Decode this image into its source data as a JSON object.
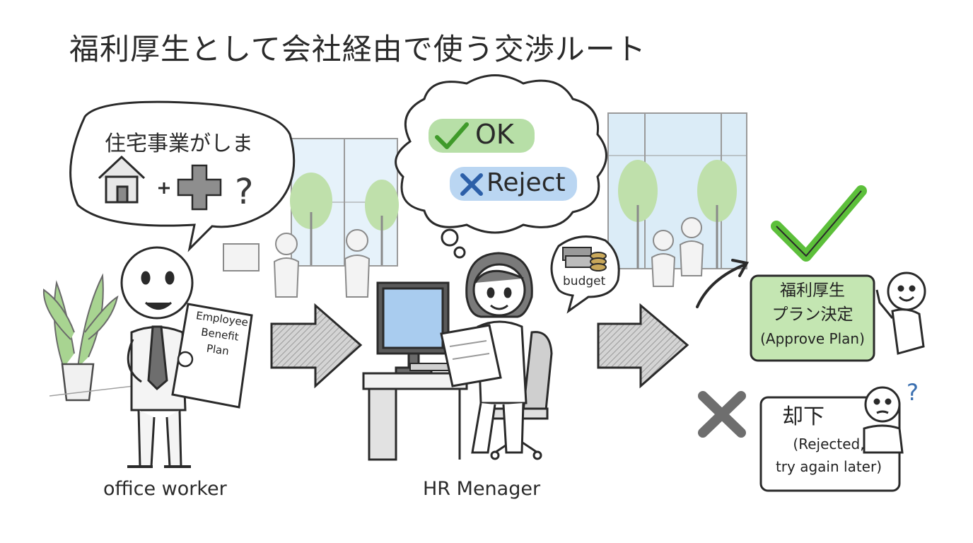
{
  "title": "福利厚生として会社経由で使う交渉ルート",
  "worker": {
    "speech": "住宅事業がしま",
    "document_lines": [
      "Employee",
      "Benefit",
      "Plan"
    ],
    "label": "office worker"
  },
  "hr": {
    "thought_ok": "OK",
    "thought_reject": "Reject",
    "budget_label": "budget",
    "label": "HR Menager"
  },
  "outcomes": {
    "approve_lines": [
      "福利厚生",
      "プラン決定",
      "(Approve Plan)"
    ],
    "reject_lines": [
      "却下",
      "(Rejected,",
      "try again later)"
    ]
  },
  "colors": {
    "ink": "#2a2a2a",
    "ok_green": "#9fd48a",
    "reject_blue": "#a9ccef",
    "approve_box": "#c4e6b2",
    "check_green": "#5cbf3a",
    "window_sky": "#cfe6f4",
    "tree_green": "#9fcf87",
    "arrow_gray": "#9a9a9a",
    "x_gray": "#6e6e6e"
  },
  "icons": [
    "house-icon",
    "plus-icon",
    "cross-icon",
    "question-icon",
    "money-icon",
    "check-icon",
    "x-mark-icon"
  ]
}
